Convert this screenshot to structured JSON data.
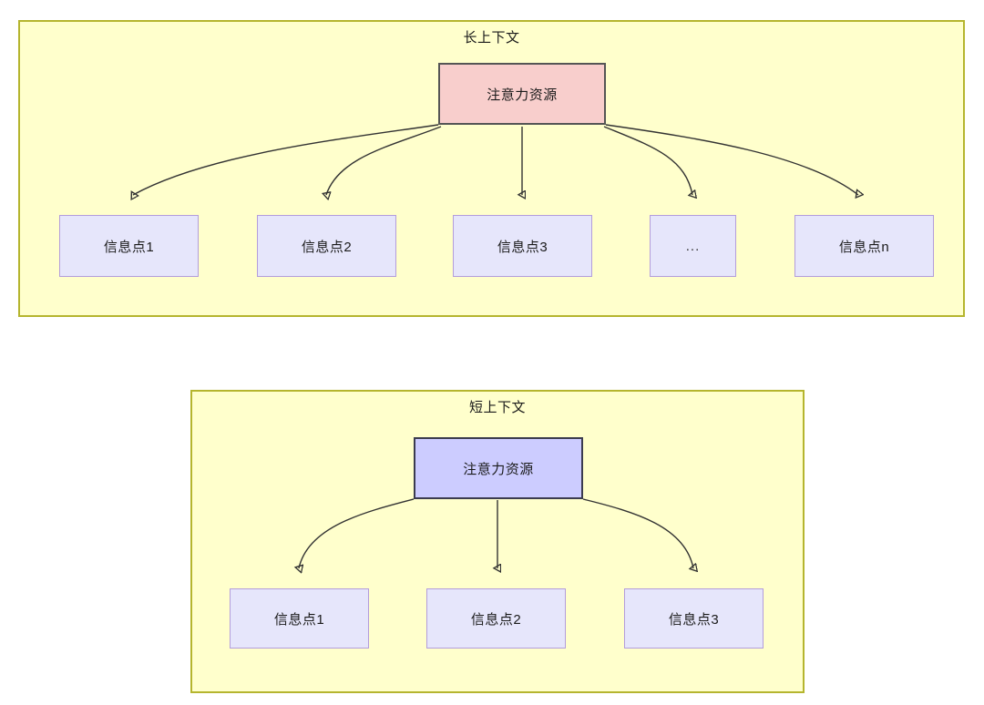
{
  "diagram": {
    "type": "flowchart",
    "colors": {
      "panel_fill": "#ffffcc",
      "panel_border": "#b5b52e",
      "root_long_fill": "#f8cecc",
      "root_long_border": "#555555",
      "root_short_fill": "#ccccff",
      "root_short_border": "#3b3b4f",
      "leaf_fill": "#e6e6fb",
      "leaf_border": "#b39ddb",
      "edge_stroke": "#333333",
      "text": "#1a1a1a"
    },
    "panels": [
      {
        "id": "long-context",
        "title": "长上下文",
        "root": {
          "label": "注意力资源"
        },
        "leaves": [
          {
            "label": "信息点1"
          },
          {
            "label": "信息点2"
          },
          {
            "label": "信息点3"
          },
          {
            "label": "..."
          },
          {
            "label": "信息点n"
          }
        ]
      },
      {
        "id": "short-context",
        "title": "短上下文",
        "root": {
          "label": "注意力资源"
        },
        "leaves": [
          {
            "label": "信息点1"
          },
          {
            "label": "信息点2"
          },
          {
            "label": "信息点3"
          }
        ]
      }
    ]
  }
}
